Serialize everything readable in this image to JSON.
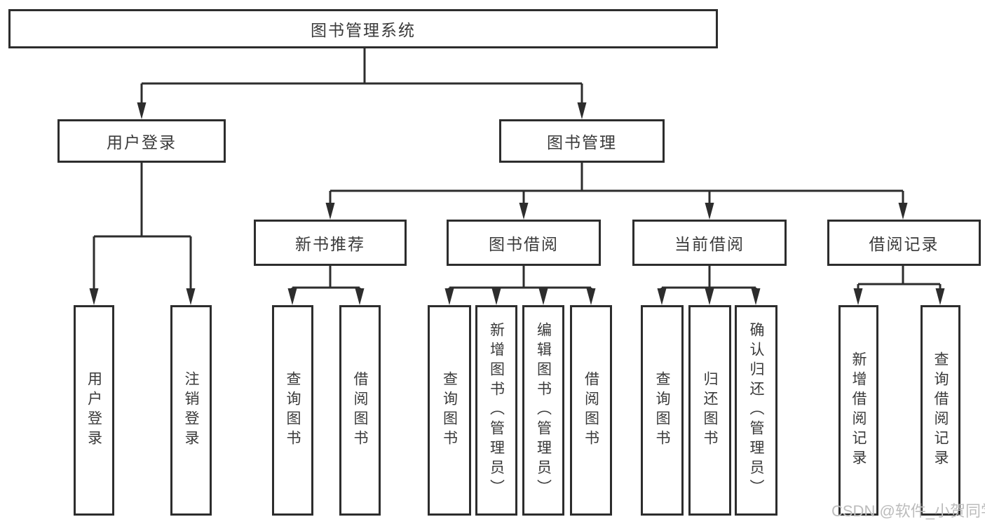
{
  "diagram": {
    "root": "图书管理系统",
    "level2": [
      "用户登录",
      "图书管理"
    ],
    "level3": [
      "新书推荐",
      "图书借阅",
      "当前借阅",
      "借阅记录"
    ],
    "leaves": {
      "user_login": [
        "用户登录",
        "注销登录"
      ],
      "new_books": [
        "查询图书",
        "借阅图书"
      ],
      "book_borrow": [
        "查询图书",
        "新增图书（管理员）",
        "编辑图书（管理员）",
        "借阅图书"
      ],
      "current_borrow": [
        "查询图书",
        "归还图书",
        "确认归还（管理员）"
      ],
      "borrow_records": [
        "新增借阅记录",
        "查询借阅记录"
      ]
    },
    "watermark": "CSDN @软件_小贺同学",
    "colors": {
      "line": "#2d2d2d",
      "text": "#3a3a3a",
      "box_background": "#ffffff",
      "page_background": "#ffffff",
      "watermark": "#bcbcbc"
    }
  }
}
